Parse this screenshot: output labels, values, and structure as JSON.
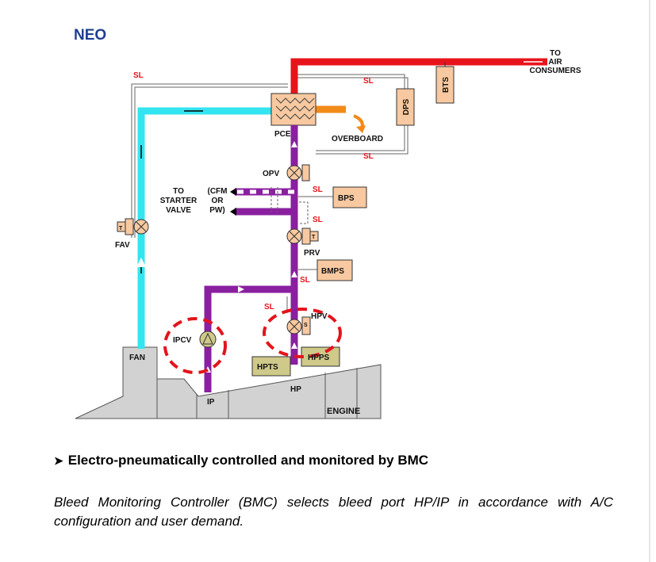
{
  "title": "NEO",
  "labels": {
    "to_air_consumers": [
      "TO",
      "AIR",
      "CONSUMERS"
    ],
    "sl": "SL",
    "pce": "PCE",
    "overboard": "OVERBOARD",
    "dps": "DPS",
    "bts": "BTS",
    "opv": "OPV",
    "bps": "BPS",
    "to_starter_valve": [
      "TO",
      "STARTER",
      "VALVE"
    ],
    "cfm_or_pw": [
      "(CFM",
      "OR",
      "PW)"
    ],
    "fav": "FAV",
    "prv": "PRV",
    "bmps": "BMPS",
    "hpv": "HPV",
    "ipcv": "IPCV",
    "hpts": "HPTS",
    "hpps": "HPPS",
    "fan": "FAN",
    "ip": "IP",
    "hp": "HP",
    "engine": "ENGINE",
    "t": "T",
    "s": "S"
  },
  "bullet": "Electro-pneumatically controlled and monitored by BMC",
  "note": "Bleed Monitoring Controller (BMC) selects bleed port HP/IP in accordance with A/C configuration and  user demand.",
  "colors": {
    "hot_red": "#e8141c",
    "fan_cyan": "#33e5f0",
    "bleed_purple": "#8a1fa0",
    "overboard_orange": "#f28a1a",
    "sensor_box": "#f8c9a0",
    "hp_sensor_box": "#cfc98a",
    "engine_gray": "#d2d2d2",
    "title_blue": "#1f3f8f",
    "dashed_circle": "#e3141b"
  }
}
